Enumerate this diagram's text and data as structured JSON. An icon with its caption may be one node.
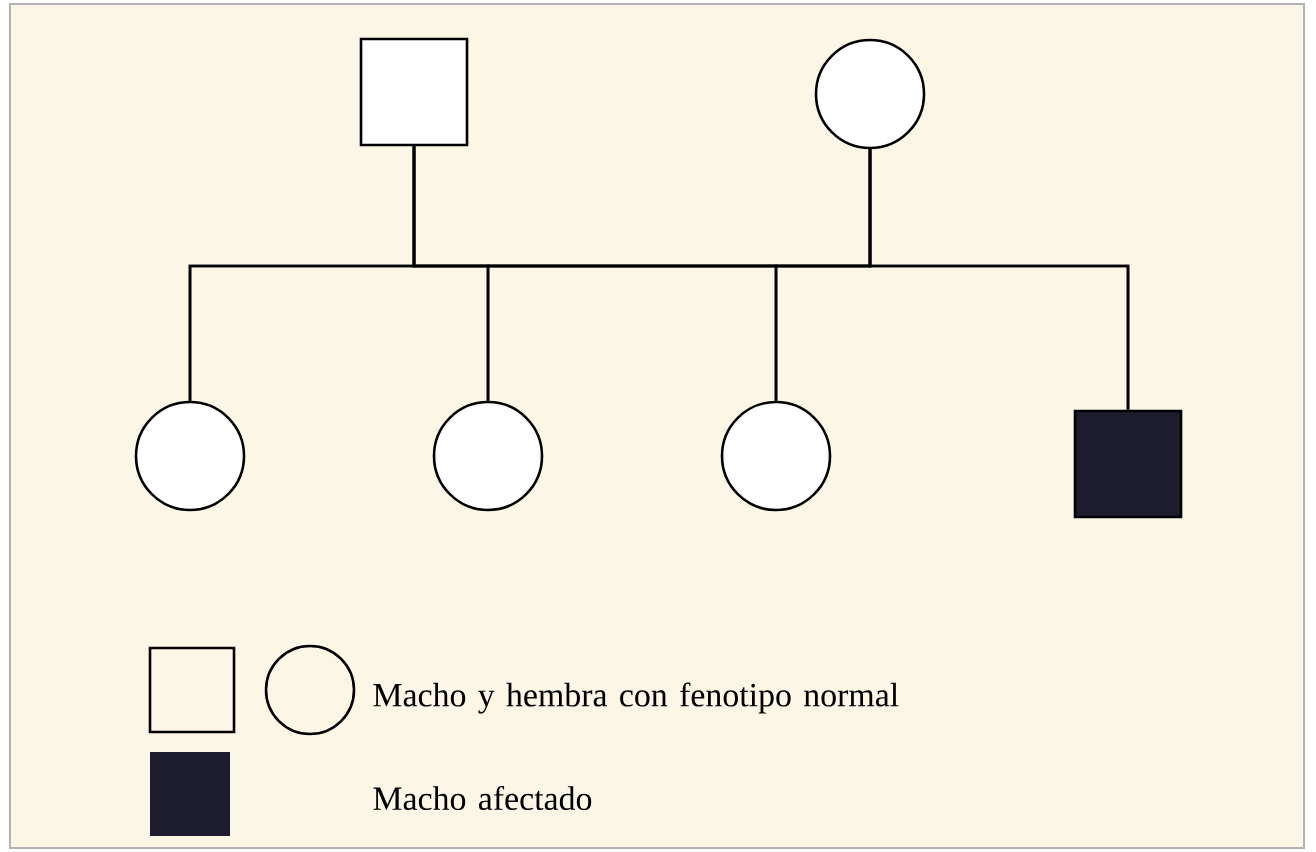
{
  "diagram": {
    "nodes": [
      {
        "text": [],
        "shape": "box"
      },
      {
        "text": [],
        "shape": "circle"
      },
      {
        "text": [],
        "shape": "circle"
      },
      {
        "text": [],
        "shape": "circle"
      },
      {
        "text": [],
        "shape": "circle"
      },
      {
        "text": [],
        "shape": "block"
      }
    ],
    "edges": [
      {
        "from": 0,
        "to": 2,
        "arrow": "none"
      },
      {
        "from": 0,
        "to": 3,
        "arrow": "none"
      },
      {
        "from": 0,
        "to": 4,
        "arrow": "none"
      },
      {
        "from": 0,
        "to": 5,
        "arrow": "none"
      },
      {
        "from": 1,
        "to": 2,
        "arrow": "none"
      },
      {
        "from": 1,
        "to": 3,
        "arrow": "none"
      },
      {
        "from": 1,
        "to": 4,
        "arrow": "none"
      },
      {
        "from": 1,
        "to": 5,
        "arrow": "none"
      }
    ],
    "legend": [
      {
        "text": "Macho y hembra con fenotipo normal"
      },
      {
        "text": "Macho afectado",
        "color": "#1c1c2e"
      }
    ]
  }
}
